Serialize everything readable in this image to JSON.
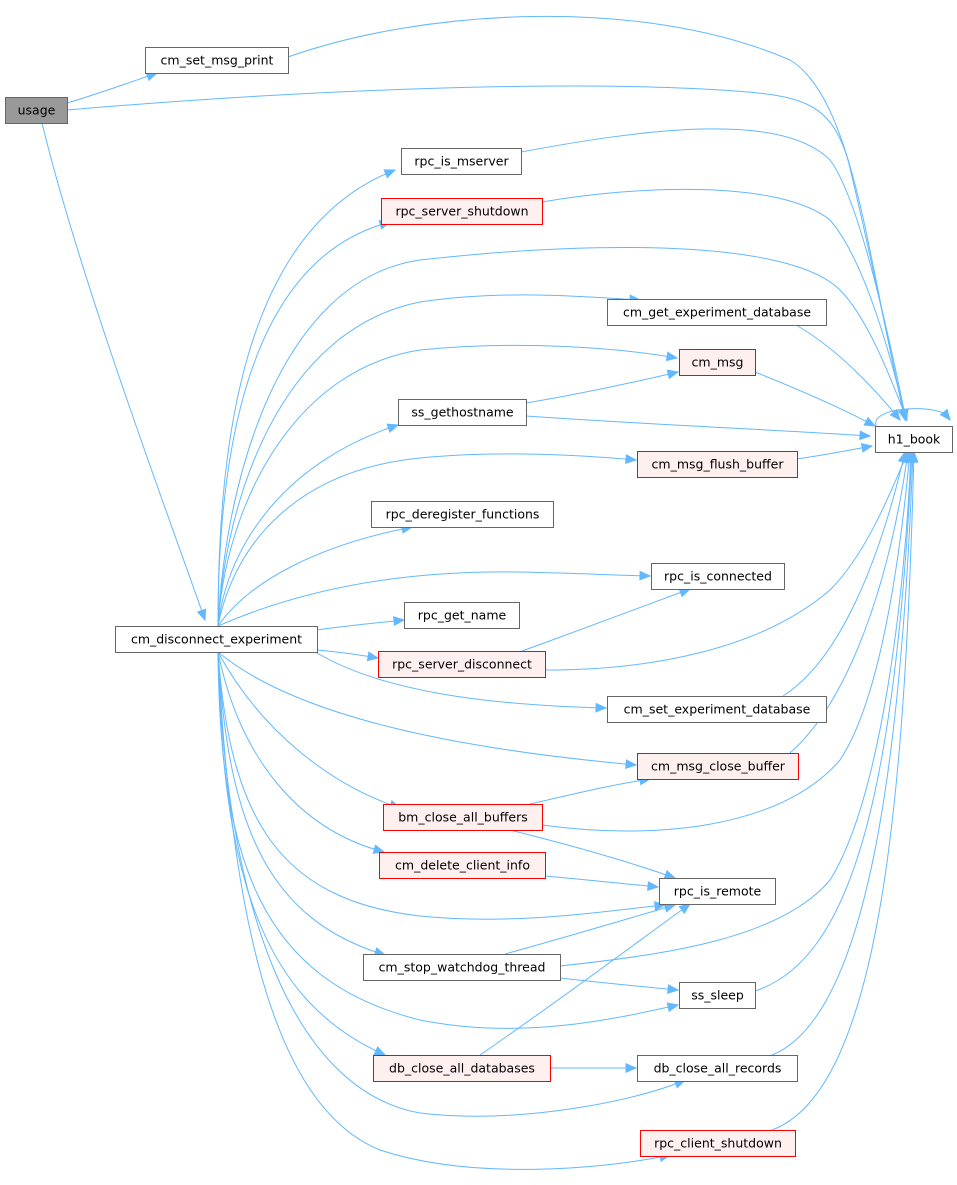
{
  "colors": {
    "edge": "#63b8ff",
    "root_fill": "#999999",
    "root_stroke": "#666666",
    "plain_fill": "#ffffff",
    "plain_stroke": "#666666",
    "red_fill": "#fff0f0",
    "red_stroke": "#ff0000"
  },
  "nodes": {
    "usage": {
      "label": "usage",
      "style": "root"
    },
    "cm_set_msg_print": {
      "label": "cm_set_msg_print",
      "style": "plain"
    },
    "cm_disconnect_experiment": {
      "label": "cm_disconnect_experiment",
      "style": "plain"
    },
    "h1_book": {
      "label": "h1_book",
      "style": "plain"
    },
    "rpc_is_mserver": {
      "label": "rpc_is_mserver",
      "style": "plain"
    },
    "rpc_server_shutdown": {
      "label": "rpc_server_shutdown",
      "style": "red"
    },
    "cm_get_experiment_database": {
      "label": "cm_get_experiment_database",
      "style": "plain"
    },
    "cm_msg": {
      "label": "cm_msg",
      "style": "red"
    },
    "ss_gethostname": {
      "label": "ss_gethostname",
      "style": "plain"
    },
    "cm_msg_flush_buffer": {
      "label": "cm_msg_flush_buffer",
      "style": "red"
    },
    "rpc_deregister_functions": {
      "label": "rpc_deregister_functions",
      "style": "plain"
    },
    "rpc_is_connected": {
      "label": "rpc_is_connected",
      "style": "plain"
    },
    "rpc_get_name": {
      "label": "rpc_get_name",
      "style": "plain"
    },
    "rpc_server_disconnect": {
      "label": "rpc_server_disconnect",
      "style": "red"
    },
    "cm_set_experiment_database": {
      "label": "cm_set_experiment_database",
      "style": "plain"
    },
    "cm_msg_close_buffer": {
      "label": "cm_msg_close_buffer",
      "style": "red"
    },
    "bm_close_all_buffers": {
      "label": "bm_close_all_buffers",
      "style": "red"
    },
    "cm_delete_client_info": {
      "label": "cm_delete_client_info",
      "style": "red"
    },
    "rpc_is_remote": {
      "label": "rpc_is_remote",
      "style": "plain"
    },
    "cm_stop_watchdog_thread": {
      "label": "cm_stop_watchdog_thread",
      "style": "plain"
    },
    "ss_sleep": {
      "label": "ss_sleep",
      "style": "plain"
    },
    "db_close_all_databases": {
      "label": "db_close_all_databases",
      "style": "red"
    },
    "db_close_all_records": {
      "label": "db_close_all_records",
      "style": "plain"
    },
    "rpc_client_shutdown": {
      "label": "rpc_client_shutdown",
      "style": "red"
    }
  },
  "edges": [
    [
      "usage",
      "cm_set_msg_print"
    ],
    [
      "usage",
      "h1_book"
    ],
    [
      "usage",
      "cm_disconnect_experiment"
    ],
    [
      "cm_set_msg_print",
      "h1_book"
    ],
    [
      "cm_disconnect_experiment",
      "rpc_is_mserver"
    ],
    [
      "cm_disconnect_experiment",
      "rpc_server_shutdown"
    ],
    [
      "cm_disconnect_experiment",
      "h1_book"
    ],
    [
      "cm_disconnect_experiment",
      "cm_get_experiment_database"
    ],
    [
      "cm_disconnect_experiment",
      "cm_msg"
    ],
    [
      "cm_disconnect_experiment",
      "ss_gethostname"
    ],
    [
      "cm_disconnect_experiment",
      "cm_msg_flush_buffer"
    ],
    [
      "cm_disconnect_experiment",
      "rpc_deregister_functions"
    ],
    [
      "cm_disconnect_experiment",
      "rpc_is_connected"
    ],
    [
      "cm_disconnect_experiment",
      "rpc_get_name"
    ],
    [
      "cm_disconnect_experiment",
      "rpc_server_disconnect"
    ],
    [
      "cm_disconnect_experiment",
      "cm_set_experiment_database"
    ],
    [
      "cm_disconnect_experiment",
      "cm_msg_close_buffer"
    ],
    [
      "cm_disconnect_experiment",
      "bm_close_all_buffers"
    ],
    [
      "cm_disconnect_experiment",
      "cm_delete_client_info"
    ],
    [
      "cm_disconnect_experiment",
      "rpc_is_remote"
    ],
    [
      "cm_disconnect_experiment",
      "cm_stop_watchdog_thread"
    ],
    [
      "cm_disconnect_experiment",
      "ss_sleep"
    ],
    [
      "cm_disconnect_experiment",
      "db_close_all_databases"
    ],
    [
      "cm_disconnect_experiment",
      "db_close_all_records"
    ],
    [
      "cm_disconnect_experiment",
      "rpc_client_shutdown"
    ],
    [
      "rpc_is_mserver",
      "h1_book"
    ],
    [
      "rpc_server_shutdown",
      "h1_book"
    ],
    [
      "cm_get_experiment_database",
      "h1_book"
    ],
    [
      "cm_msg",
      "h1_book"
    ],
    [
      "ss_gethostname",
      "cm_msg"
    ],
    [
      "ss_gethostname",
      "h1_book"
    ],
    [
      "cm_msg_flush_buffer",
      "h1_book"
    ],
    [
      "rpc_server_disconnect",
      "rpc_is_connected"
    ],
    [
      "rpc_server_disconnect",
      "h1_book"
    ],
    [
      "cm_set_experiment_database",
      "h1_book"
    ],
    [
      "cm_msg_close_buffer",
      "h1_book"
    ],
    [
      "bm_close_all_buffers",
      "cm_msg_close_buffer"
    ],
    [
      "bm_close_all_buffers",
      "h1_book"
    ],
    [
      "bm_close_all_buffers",
      "rpc_is_remote"
    ],
    [
      "cm_delete_client_info",
      "rpc_is_remote"
    ],
    [
      "cm_stop_watchdog_thread",
      "rpc_is_remote"
    ],
    [
      "cm_stop_watchdog_thread",
      "h1_book"
    ],
    [
      "cm_stop_watchdog_thread",
      "ss_sleep"
    ],
    [
      "ss_sleep",
      "h1_book"
    ],
    [
      "db_close_all_databases",
      "rpc_is_remote"
    ],
    [
      "db_close_all_databases",
      "db_close_all_records"
    ],
    [
      "db_close_all_records",
      "h1_book"
    ],
    [
      "rpc_client_shutdown",
      "h1_book"
    ],
    [
      "h1_book",
      "h1_book"
    ]
  ]
}
